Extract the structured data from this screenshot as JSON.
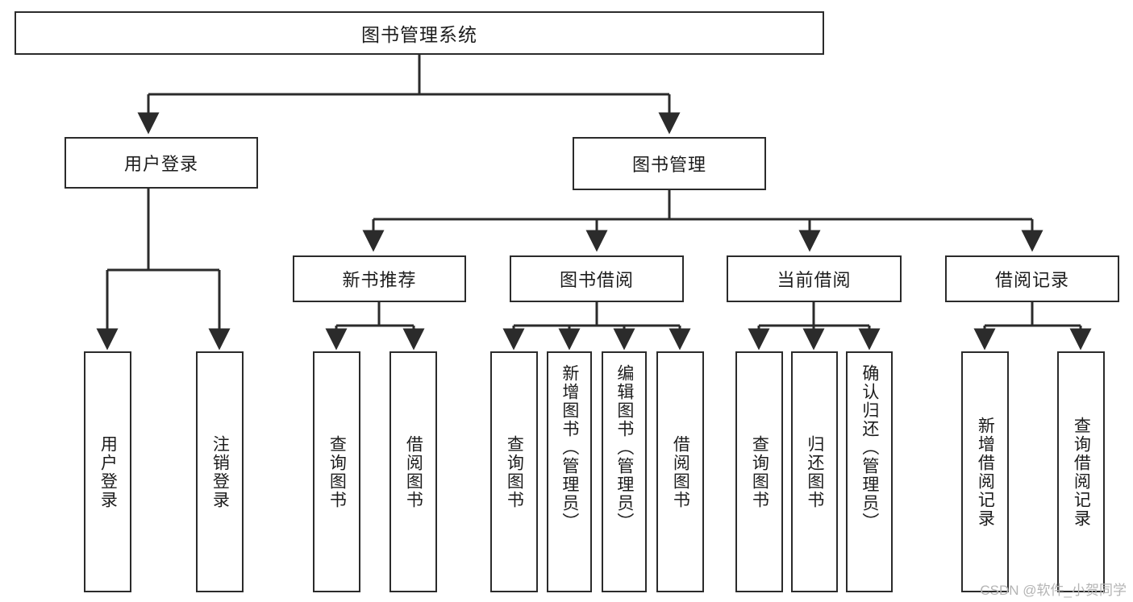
{
  "diagram": {
    "title": "图书管理系统",
    "type": "functional-decomposition-tree",
    "root": {
      "id": "root",
      "label": "图书管理系统"
    },
    "level2": [
      {
        "id": "user-login",
        "label": "用户登录"
      },
      {
        "id": "book-management",
        "label": "图书管理"
      }
    ],
    "level3": [
      {
        "id": "new-book-recommend",
        "label": "新书推荐",
        "parent": "book-management"
      },
      {
        "id": "book-borrow",
        "label": "图书借阅",
        "parent": "book-management"
      },
      {
        "id": "current-borrow",
        "label": "当前借阅",
        "parent": "book-management"
      },
      {
        "id": "borrow-record",
        "label": "借阅记录",
        "parent": "book-management"
      }
    ],
    "leaves": [
      {
        "id": "leaf-user-login",
        "label": "用户登录",
        "parent": "user-login"
      },
      {
        "id": "leaf-user-logout",
        "label": "注销登录",
        "parent": "user-login"
      },
      {
        "id": "leaf-query-book-1",
        "label": "查询图书",
        "parent": "new-book-recommend"
      },
      {
        "id": "leaf-borrow-book-1",
        "label": "借阅图书",
        "parent": "new-book-recommend"
      },
      {
        "id": "leaf-query-book-2",
        "label": "查询图书",
        "parent": "book-borrow"
      },
      {
        "id": "leaf-add-book",
        "label": "新增图书（管理员）",
        "parent": "book-borrow"
      },
      {
        "id": "leaf-edit-book",
        "label": "编辑图书（管理员）",
        "parent": "book-borrow"
      },
      {
        "id": "leaf-borrow-book-2",
        "label": "借阅图书",
        "parent": "book-borrow"
      },
      {
        "id": "leaf-query-book-3",
        "label": "查询图书",
        "parent": "current-borrow"
      },
      {
        "id": "leaf-return-book",
        "label": "归还图书",
        "parent": "current-borrow"
      },
      {
        "id": "leaf-confirm-return",
        "label": "确认归还（管理员）",
        "parent": "current-borrow"
      },
      {
        "id": "leaf-add-record",
        "label": "新增借阅记录",
        "parent": "borrow-record"
      },
      {
        "id": "leaf-query-record",
        "label": "查询借阅记录",
        "parent": "borrow-record"
      }
    ],
    "colors": {
      "stroke": "#2b2b2b",
      "fill": "#ffffff",
      "text": "#1c1c1c",
      "watermark": "#b4b4b4"
    }
  },
  "watermark": {
    "text": "CSDN @软件_小贺同学"
  }
}
